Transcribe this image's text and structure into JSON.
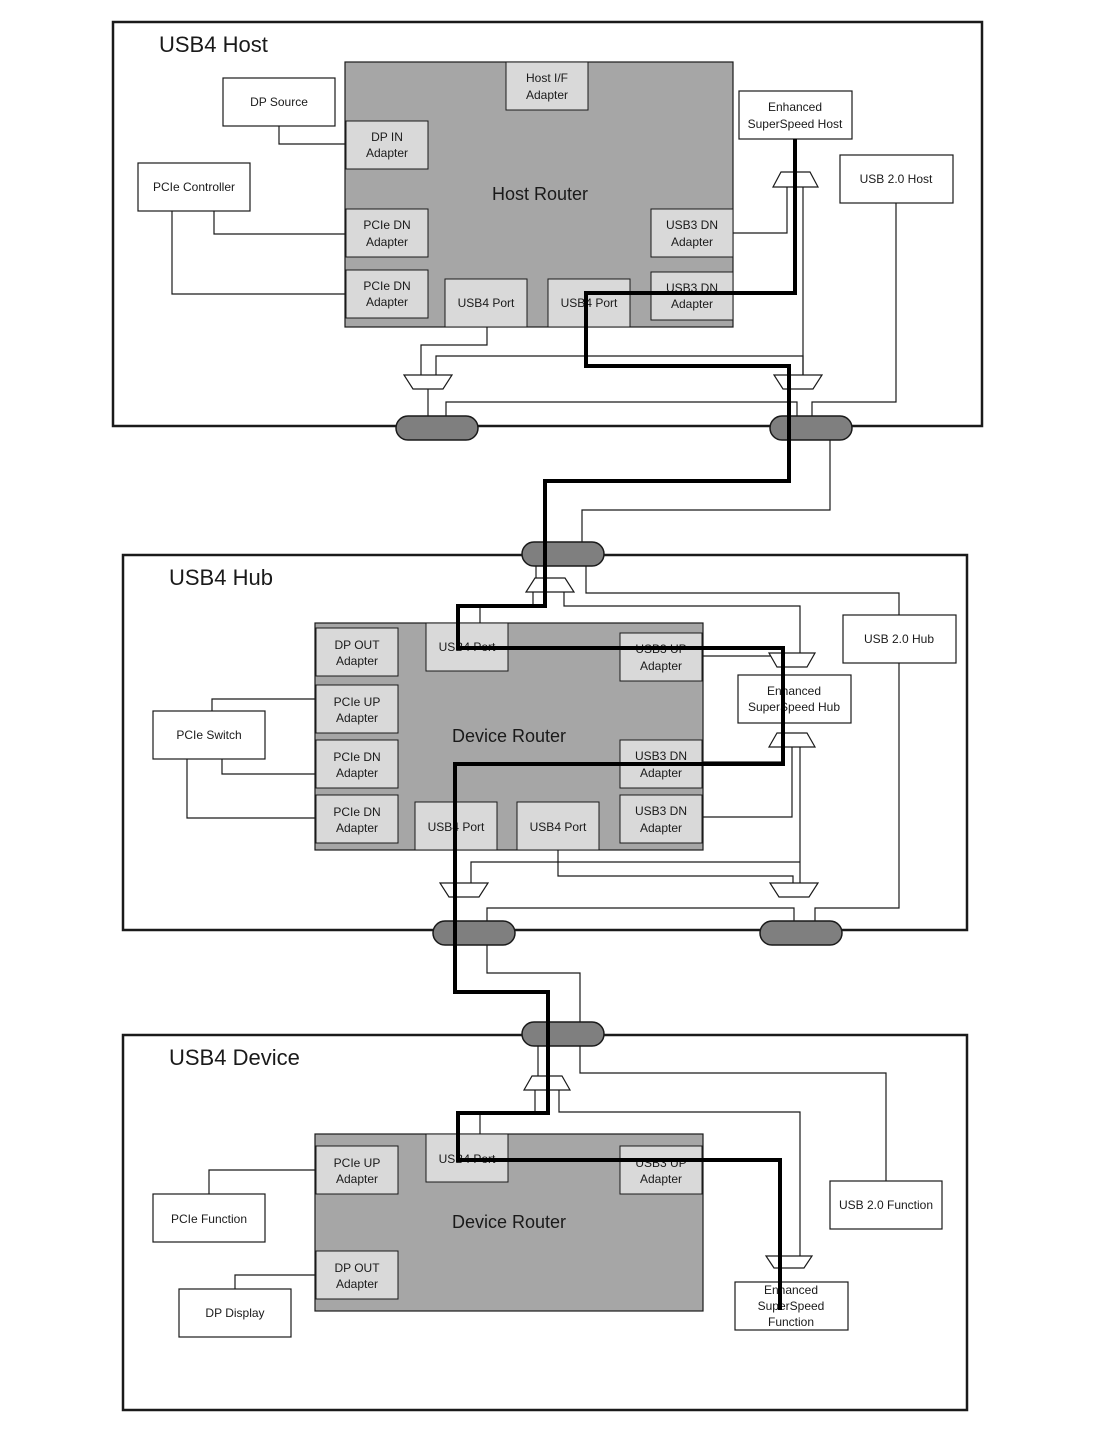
{
  "sections": {
    "host": "USB4 Host",
    "hub": "USB4 Hub",
    "device": "USB4 Device"
  },
  "routers": {
    "host": "Host Router",
    "hub": "Device Router",
    "device": "Device Router"
  },
  "host": {
    "host_if": [
      "Host I/F",
      "Adapter"
    ],
    "dp_source": "DP Source",
    "dp_in": [
      "DP IN",
      "Adapter"
    ],
    "ess_host": [
      "Enhanced",
      "SuperSpeed Host"
    ],
    "usb2_host": "USB 2.0 Host",
    "pcie_controller": "PCIe Controller",
    "pcie_dn_1": [
      "PCIe DN",
      "Adapter"
    ],
    "pcie_dn_2": [
      "PCIe DN",
      "Adapter"
    ],
    "usb3_dn_1": [
      "USB3 DN",
      "Adapter"
    ],
    "usb3_dn_2": [
      "USB3 DN",
      "Adapter"
    ],
    "usb4_port_1": "USB4 Port",
    "usb4_port_2": "USB4 Port"
  },
  "hub": {
    "dp_out": [
      "DP OUT",
      "Adapter"
    ],
    "usb4_port_up": "USB4 Port",
    "usb3_up": [
      "USB3 UP",
      "Adapter"
    ],
    "usb2_hub": "USB 2.0 Hub",
    "ess_hub": [
      "Enhanced",
      "SuperSpeed Hub"
    ],
    "pcie_switch": "PCIe Switch",
    "pcie_up": [
      "PCIe UP",
      "Adapter"
    ],
    "pcie_dn_1": [
      "PCIe DN",
      "Adapter"
    ],
    "pcie_dn_2": [
      "PCIe DN",
      "Adapter"
    ],
    "usb3_dn_1": [
      "USB3 DN",
      "Adapter"
    ],
    "usb3_dn_2": [
      "USB3 DN",
      "Adapter"
    ],
    "usb4_port_1": "USB4 Port",
    "usb4_port_2": "USB4 Port"
  },
  "device": {
    "pcie_up": [
      "PCIe UP",
      "Adapter"
    ],
    "usb4_port": "USB4 Port",
    "usb3_up": [
      "USB3 UP",
      "Adapter"
    ],
    "pcie_function": "PCIe Function",
    "usb2_function": "USB 2.0 Function",
    "dp_out": [
      "DP OUT",
      "Adapter"
    ],
    "dp_display": "DP Display",
    "ess_function": [
      "Enhanced",
      "SuperSpeed",
      "Function"
    ]
  }
}
